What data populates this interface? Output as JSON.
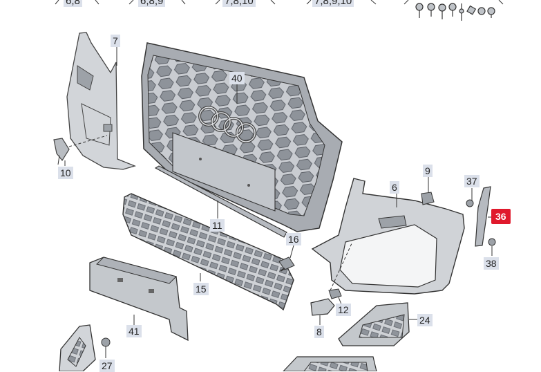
{
  "top_labels": [
    "6,8",
    "6,8,9",
    "7,8,10",
    "7,8,9,10"
  ],
  "callouts": {
    "c7": "7",
    "c40": "40",
    "c10": "10",
    "c9": "9",
    "c6": "6",
    "c37": "37",
    "c36": "36",
    "c11": "11",
    "c16": "16",
    "c38": "38",
    "c15": "15",
    "c12": "12",
    "c24": "24",
    "c8": "8",
    "c41": "41",
    "c27": "27"
  },
  "highlight_color": "#e0192c",
  "label_bg_color": "#dbe0ea"
}
